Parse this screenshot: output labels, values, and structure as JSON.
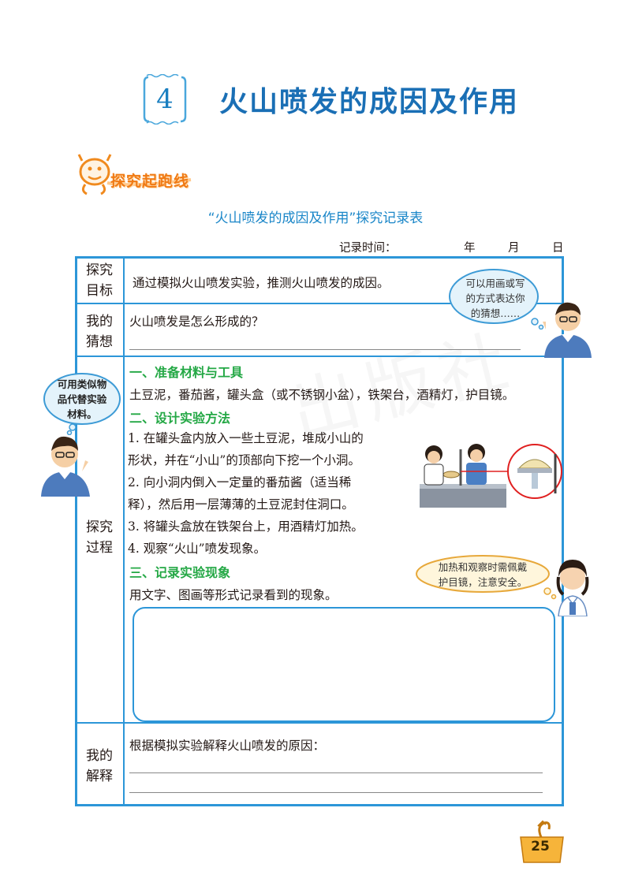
{
  "lesson": {
    "number": "4",
    "title": "火山喷发的成因及作用"
  },
  "section": {
    "label": "探究起跑线"
  },
  "table": {
    "caption": "“火山喷发的成因及作用”探究记录表",
    "record_time_label": "记录时间：",
    "year": "年",
    "month": "月",
    "day": "日",
    "goal": {
      "label_1": "探究",
      "label_2": "目标",
      "text": "通过模拟火山喷发实验，推测火山喷发的成因。"
    },
    "guess": {
      "label_1": "我的",
      "label_2": "猜想",
      "text": "火山喷发是怎么形成的？"
    },
    "process": {
      "label_1": "探究",
      "label_2": "过程",
      "heading_1": "一、准备材料与工具",
      "materials": "土豆泥，番茄酱，罐头盒（或不锈钢小盆），铁架台，酒精灯，护目镜。",
      "heading_2": "二、设计实验方法",
      "step_1a": "1. 在罐头盒内放入一些土豆泥，堆成小山的",
      "step_1b": "形状，并在“小山”的顶部向下挖一个小洞。",
      "step_2a": "2. 向小洞内倒入一定量的番茄酱（适当稀",
      "step_2b": "释），然后用一层薄薄的土豆泥封住洞口。",
      "step_3": "3. 将罐头盒放在铁架台上，用酒精灯加热。",
      "step_4": "4. 观察“火山”喷发现象。",
      "heading_3": "三、记录实验现象",
      "record_text": "用文字、图画等形式记录看到的现象。"
    },
    "explain": {
      "label_1": "我的",
      "label_2": "解释",
      "text": "根据模拟实验解释火山喷发的原因："
    }
  },
  "bubbles": {
    "draw_tip_1": "可以用画或写",
    "draw_tip_2": "的方式表达你",
    "draw_tip_3": "的猜想……",
    "material_tip_1": "可用类似物",
    "material_tip_2": "品代替实验",
    "material_tip_3": "材料。",
    "safety_tip_1": "加热和观察时需佩戴",
    "safety_tip_2": "护目镜，注意安全。"
  },
  "watermark": "出版社",
  "page_number": "25",
  "colors": {
    "blue": "#2c96d8",
    "title_blue": "#1a6fb5",
    "green": "#24a845",
    "orange": "#f07a14"
  }
}
